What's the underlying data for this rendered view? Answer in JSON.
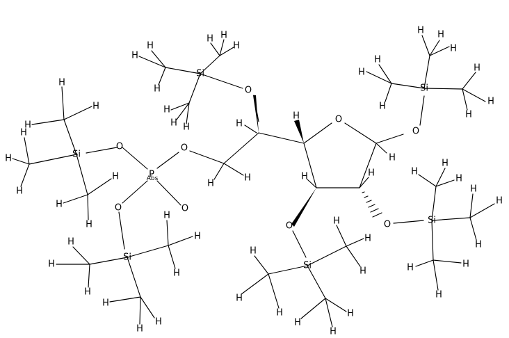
{
  "labels": {
    "H": "H",
    "O": "O",
    "Si": "Si",
    "P": "P",
    "Abs": "Abs"
  }
}
